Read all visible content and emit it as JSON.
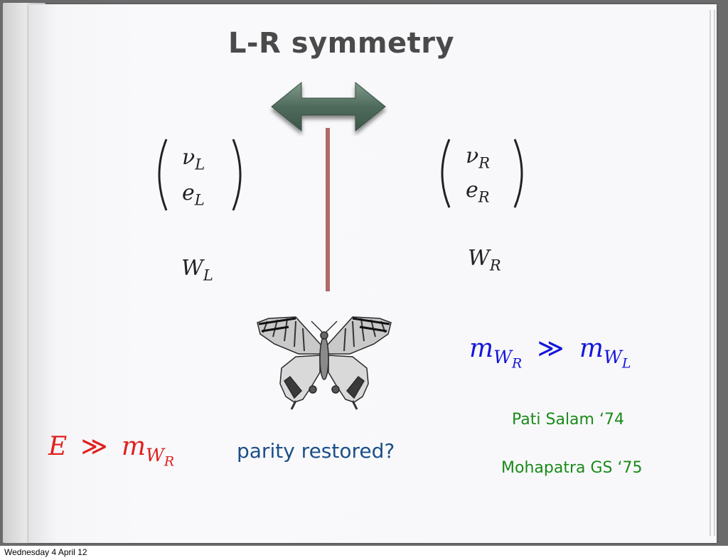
{
  "slide": {
    "title": "L-R symmetry",
    "left_doublet": {
      "top": "ν",
      "top_sub": "L",
      "bottom": "e",
      "bottom_sub": "L"
    },
    "right_doublet": {
      "top": "ν",
      "top_sub": "R",
      "bottom": "e",
      "bottom_sub": "R"
    },
    "w_left": {
      "base": "W",
      "sub": "L"
    },
    "w_right": {
      "base": "W",
      "sub": "R"
    },
    "mass_relation": {
      "lhs": "m",
      "lhs_sub": "W",
      "lhs_subsub": "R",
      "op": "≫",
      "rhs": "m",
      "rhs_sub": "W",
      "rhs_subsub": "L"
    },
    "energy_relation": {
      "lhs": "E",
      "op": "≫",
      "rhs": "m",
      "rhs_sub": "W",
      "rhs_subsub": "R"
    },
    "parity_text": "parity restored?",
    "ref1": "Pati Salam ‘74",
    "ref2": "Mohapatra GS ‘75",
    "arrow_icon": "double-arrow-icon",
    "butterfly_icon": "butterfly-icon",
    "colors": {
      "title": "#4a4a4a",
      "mass_relation": "#1515d9",
      "energy_relation": "#e0201e",
      "parity": "#1c4f8a",
      "refs": "#1a8a1a",
      "arrow": "#4f6b5c",
      "bar": "#b06a6a"
    }
  },
  "footer": {
    "date": "Wednesday 4 April 12"
  }
}
